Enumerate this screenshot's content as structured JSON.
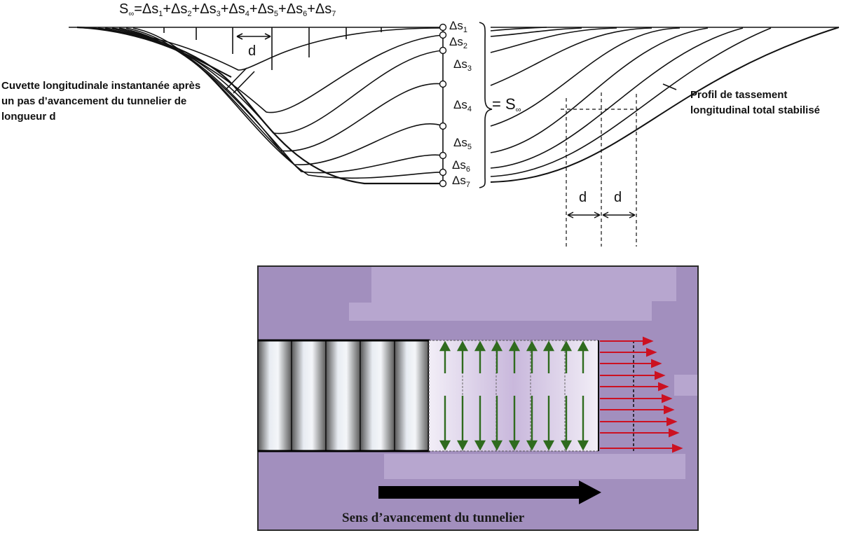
{
  "top_diagram": {
    "formula": {
      "lhs": "S",
      "lhs_sub": "∞",
      "equals": "=",
      "terms": [
        "Δs",
        "Δs",
        "Δs",
        "Δs",
        "Δs",
        "Δs",
        "Δs"
      ],
      "term_subs": [
        "1",
        "2",
        "3",
        "4",
        "5",
        "6",
        "7"
      ],
      "plus": "+"
    },
    "left_annotation": "Cuvette longitudinale instantanée après un pas d’avancement du tunnelier de longueur d",
    "right_annotation": "Profil de tassement longitudinal total stabilisé",
    "increments": [
      {
        "sym": "Δs",
        "sub": "1"
      },
      {
        "sym": "Δs",
        "sub": "2"
      },
      {
        "sym": "Δs",
        "sub": "3"
      },
      {
        "sym": "Δs",
        "sub": "4"
      },
      {
        "sym": "Δs",
        "sub": "5"
      },
      {
        "sym": "Δs",
        "sub": "6"
      },
      {
        "sym": "Δs",
        "sub": "7"
      }
    ],
    "brace_total": {
      "prefix": "= S",
      "sub": "∞"
    },
    "d_label": "d"
  },
  "bottom_diagram": {
    "colors": {
      "ground": "#a28fbe",
      "ground_light": "#b6a5cd",
      "pressure_arrows": "#cc1122",
      "support_arrows": "#2f6b1e",
      "direction_arrow": "#000000"
    },
    "caption": "Sens d’avancement du tunnelier"
  }
}
